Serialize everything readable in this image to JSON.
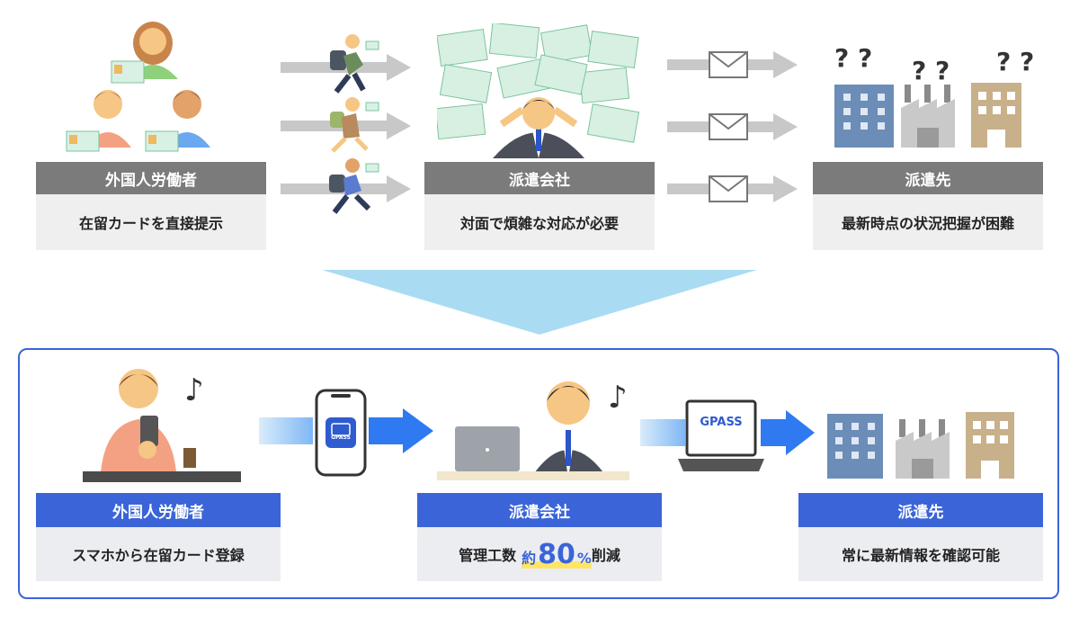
{
  "before": {
    "worker": {
      "title": "外国人労働者",
      "desc": "在留カードを直接提示"
    },
    "agency": {
      "title": "派遣会社",
      "desc": "対面で煩雑な対応が必要"
    },
    "client": {
      "title": "派遣先",
      "desc": "最新時点の状況把握が困難"
    }
  },
  "after": {
    "worker": {
      "title": "外国人労働者",
      "desc": "スマホから在留カード登録"
    },
    "agency": {
      "title": "派遣会社",
      "desc_prefix": "管理工数",
      "desc_approx": "約",
      "desc_value": "80",
      "desc_unit": "%",
      "desc_suffix": "削減"
    },
    "client": {
      "title": "派遣先",
      "desc": "常に最新情報を確認可能"
    },
    "app_label": "GPASS",
    "laptop_label": "GPASS"
  },
  "question_marks": "? ?",
  "music_note": "♪",
  "colors": {
    "gray_label": "#7b7b7b",
    "blue_label": "#3a64d8",
    "arrow_gray": "#c8c8c8",
    "arrow_blue": "#2f7af0",
    "big_arrow": "#a9dcf3"
  }
}
